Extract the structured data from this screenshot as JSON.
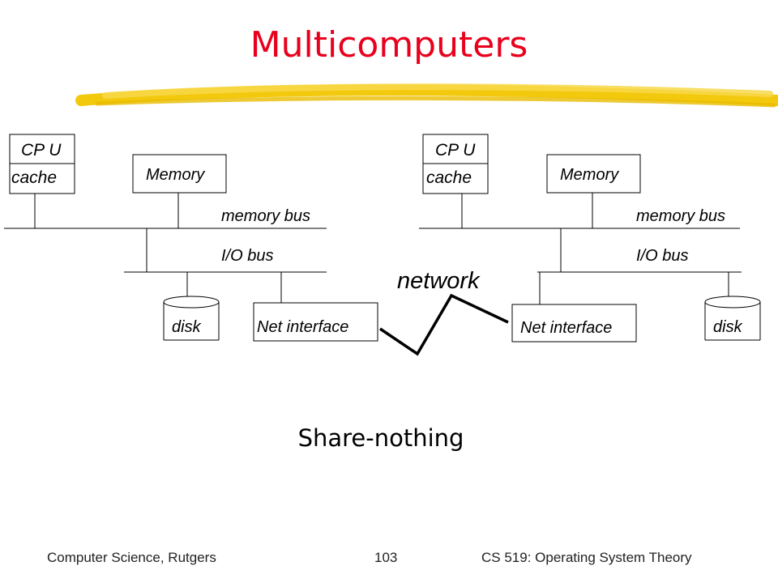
{
  "title": "Multicomputers",
  "title_color": "#e8001c",
  "highlight_color": "#f2c600",
  "nodes": [
    {
      "cpu_label": "CP U",
      "cache_label": "cache",
      "memory_label": "Memory",
      "memory_bus_label": "memory bus",
      "io_bus_label": "I/O bus",
      "disk_label": "disk",
      "net_interface_label": "Net interface"
    },
    {
      "cpu_label": "CP U",
      "cache_label": "cache",
      "memory_label": "Memory",
      "memory_bus_label": "memory bus",
      "io_bus_label": "I/O bus",
      "disk_label": "disk",
      "net_interface_label": "Net interface"
    }
  ],
  "network_label": "network",
  "caption": "Share-nothing",
  "footer": {
    "left": "Computer Science, Rutgers",
    "page": "103",
    "right": "CS 519: Operating System Theory"
  }
}
